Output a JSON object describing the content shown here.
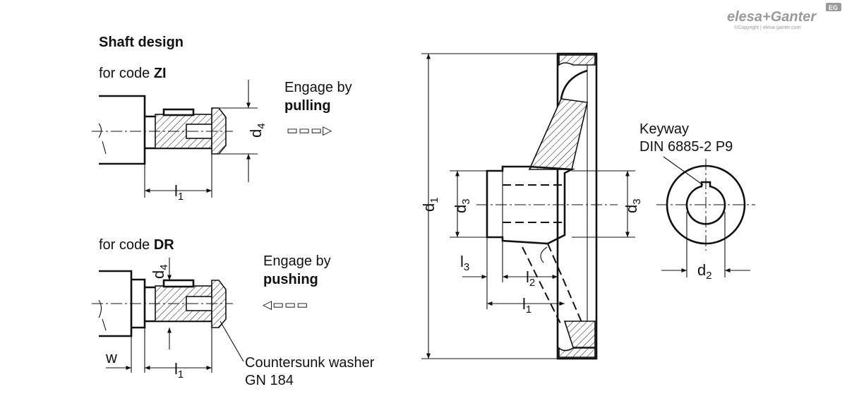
{
  "brand": {
    "logo": "elesa+Ganter",
    "badge": "EG",
    "copyright": "©Copyright | elesa-ganter.com"
  },
  "shaft_design": {
    "title": "Shaft design",
    "zi": {
      "prefix": "for code ",
      "code": "ZI",
      "engage_line1": "Engage by",
      "engage_line2": "pulling",
      "arrow": "▭▭▭▷"
    },
    "dr": {
      "prefix": "for code ",
      "code": "DR",
      "engage_line1": "Engage by",
      "engage_line2": "pushing",
      "arrow": "◁▭▭▭"
    },
    "washer": {
      "line1": "Countersunk washer",
      "line2": "GN 184"
    }
  },
  "keyway": {
    "line1": "Keyway",
    "line2": "DIN 6885-2 P9"
  },
  "dimensions": {
    "d4_zi": {
      "main": "d",
      "sub": "4"
    },
    "l1_zi": {
      "main": "l",
      "sub": "1"
    },
    "d4_dr": {
      "main": "d",
      "sub": "4"
    },
    "l1_dr": {
      "main": "l",
      "sub": "1"
    },
    "w_dr": {
      "main": "w",
      "sub": ""
    },
    "d1": {
      "main": "d",
      "sub": "1"
    },
    "d3_left": {
      "main": "d",
      "sub": "3"
    },
    "d3_right": {
      "main": "d",
      "sub": "3"
    },
    "l3": {
      "main": "l",
      "sub": "3"
    },
    "l2": {
      "main": "l",
      "sub": "2"
    },
    "l1_wheel": {
      "main": "l",
      "sub": "1"
    },
    "d2": {
      "main": "d",
      "sub": "2"
    }
  }
}
